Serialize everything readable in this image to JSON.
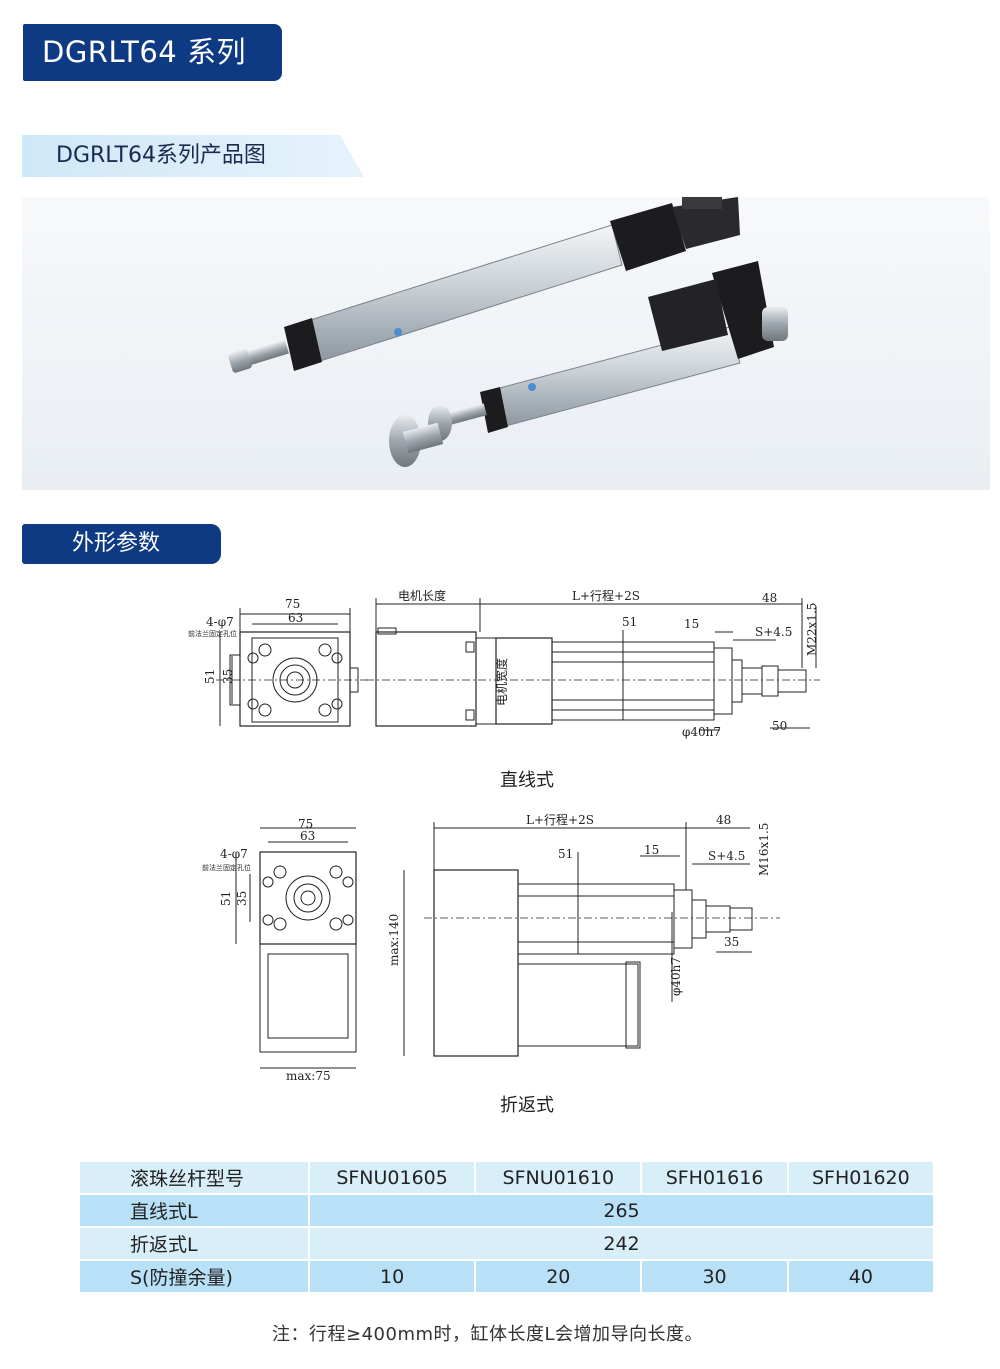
{
  "header": {
    "title": "DGRLT64 系列"
  },
  "product_section": {
    "title": "DGRLT64系列产品图"
  },
  "dimension_section": {
    "title": "外形参数"
  },
  "drawing_straight": {
    "caption": "直线式",
    "labels": {
      "w75": "75",
      "w63": "63",
      "holes": "4-φ7",
      "holes_note": "前法兰固定孔位",
      "h51": "51",
      "h35": "35",
      "motor_len": "电机长度",
      "motor_width": "电机宽度",
      "total": "L+行程+2S",
      "d51": "51",
      "d15": "15",
      "d48": "48",
      "s45": "S+4.5",
      "thread": "M22x1.5",
      "phi": "φ40h7",
      "d50": "50"
    }
  },
  "drawing_folded": {
    "caption": "折返式",
    "labels": {
      "w75": "75",
      "w63": "63",
      "holes": "4-φ7",
      "holes_note": "前法兰固定孔位",
      "h51": "51",
      "h35": "35",
      "max75": "max:75",
      "max140": "max:140",
      "total": "L+行程+2S",
      "d51": "51",
      "d15": "15",
      "d48": "48",
      "s45": "S+4.5",
      "thread": "M16x1.5",
      "phi": "φ40h7",
      "d35": "35"
    }
  },
  "spec_table": {
    "row_labels": [
      "滚珠丝杆型号",
      "直线式L",
      "折返式L",
      "S(防撞余量)"
    ],
    "models": [
      "SFNU01605",
      "SFNU01610",
      "SFH01616",
      "SFH01620"
    ],
    "straight_L": "265",
    "folded_L": "242",
    "s_values": [
      "10",
      "20",
      "30",
      "40"
    ]
  },
  "note": "注：行程≥400mm时，缸体长度L会增加导向长度。",
  "colors": {
    "brand_navy": "#0d3a82",
    "table_light": "#d8eef9",
    "table_mid": "#b8e0f6"
  }
}
